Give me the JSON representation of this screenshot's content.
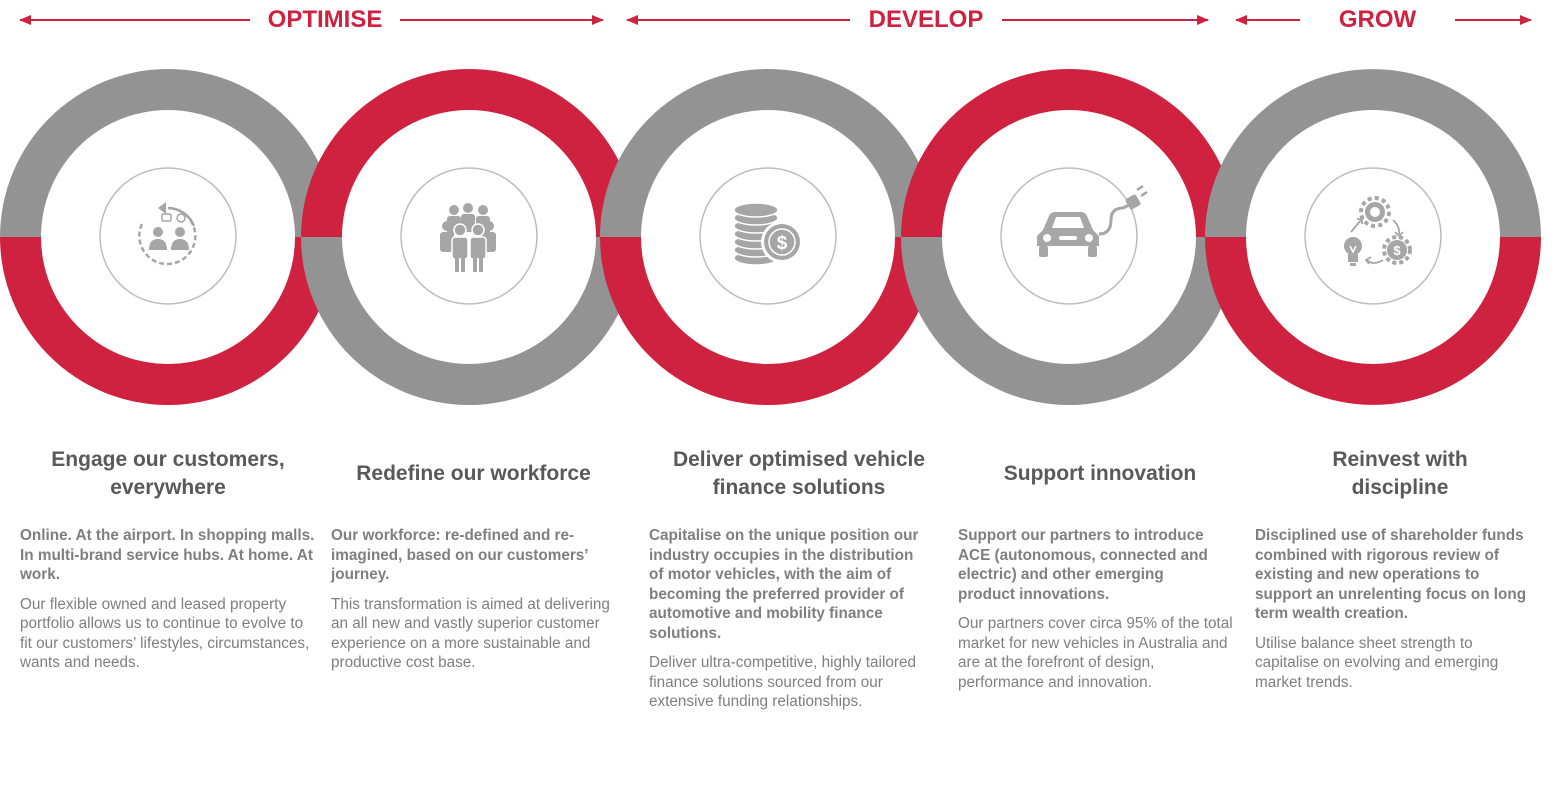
{
  "phases": [
    {
      "label": "OPTIMISE"
    },
    {
      "label": "DEVELOP"
    },
    {
      "label": "GROW"
    }
  ],
  "colors": {
    "accent_red": "#cf2140",
    "ring_gray": "#939393",
    "inner_circle_border": "#bdbdbd",
    "icon_gray": "#a6a6a6",
    "title_text": "#595959",
    "body_text": "#7f7f7f"
  },
  "pillars": [
    {
      "icon": "customer-conversation-icon",
      "title": "Engage our customers, everywhere",
      "lead": "Online. At the airport. In shopping malls. In multi-brand service hubs. At home. At work.",
      "body": "Our flexible owned and leased property portfolio allows us to continue to evolve to fit our customers’ lifestyles, circumstances, wants and needs."
    },
    {
      "icon": "workforce-people-icon",
      "title": "Redefine our workforce",
      "lead": "Our workforce: re-defined and re-imagined, based on our customers’ journey.",
      "body": "This transformation is aimed at delivering an all new and vastly superior customer experience on a more sustainable and productive cost base."
    },
    {
      "icon": "coin-stack-dollar-icon",
      "title": "Deliver optimised vehicle finance solutions",
      "lead": "Capitalise on the unique position our industry occupies in the distribution of motor vehicles, with the aim of becoming the preferred provider of automotive and mobility finance solutions.",
      "body": "Deliver ultra-competitive, highly tailored finance solutions sourced from our extensive funding relationships."
    },
    {
      "icon": "electric-car-icon",
      "title": "Support innovation",
      "lead": "Support our partners to introduce ACE (autonomous, connected and electric) and other emerging product innovations.",
      "body": "Our partners cover circa 95% of the total market for new vehicles in Australia and are at the forefront of design, performance and innovation."
    },
    {
      "icon": "reinvest-cycle-icon",
      "title": "Reinvest with discipline",
      "lead": "Disciplined use of shareholder funds combined with rigorous review of existing and new operations to support an unrelenting focus on long term wealth creation.",
      "body": "Utilise balance sheet strength to capitalise on evolving and emerging market trends."
    }
  ]
}
